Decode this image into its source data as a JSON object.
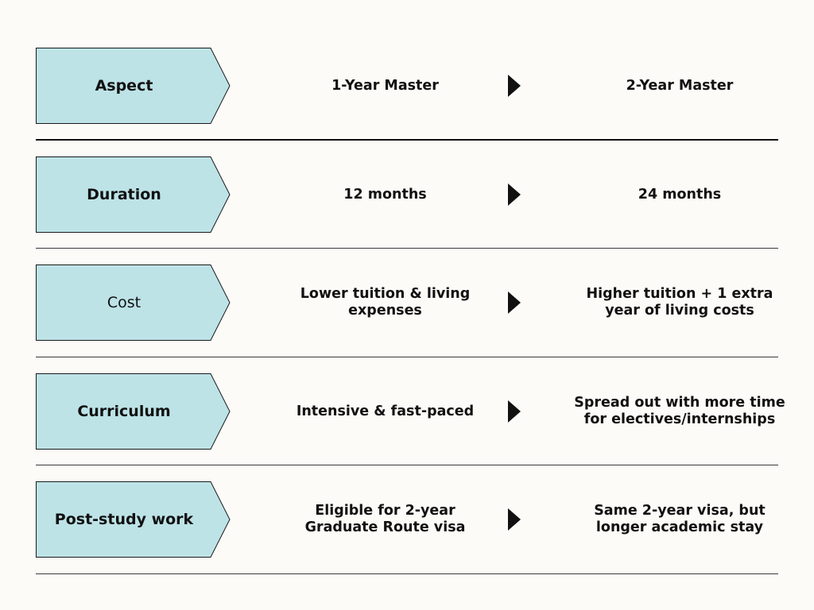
{
  "colors": {
    "background": "#fdfbf8",
    "tag_fill": "#bde3e7",
    "tag_stroke": "#1a1a1a",
    "text": "#111111",
    "arrow": "#111111"
  },
  "rows": [
    {
      "aspect": "Aspect",
      "one_year": "1-Year Master",
      "two_year": "2-Year Master",
      "arrow_icon": "play-icon"
    },
    {
      "aspect": "Duration",
      "one_year": "12 months",
      "two_year": "24 months",
      "arrow_icon": "play-icon"
    },
    {
      "aspect": "Cost",
      "one_year": "Lower tuition & living expenses",
      "two_year": "Higher tuition + 1 extra year of living costs",
      "arrow_icon": "play-icon"
    },
    {
      "aspect": "Curriculum",
      "one_year": "Intensive & fast-paced",
      "two_year": "Spread out with more time for electives/internships",
      "arrow_icon": "play-icon"
    },
    {
      "aspect": "Post-study work",
      "one_year": "Eligible for 2-year Graduate Route visa",
      "two_year": "Same 2-year visa, but longer academic stay",
      "arrow_icon": "play-icon"
    }
  ]
}
